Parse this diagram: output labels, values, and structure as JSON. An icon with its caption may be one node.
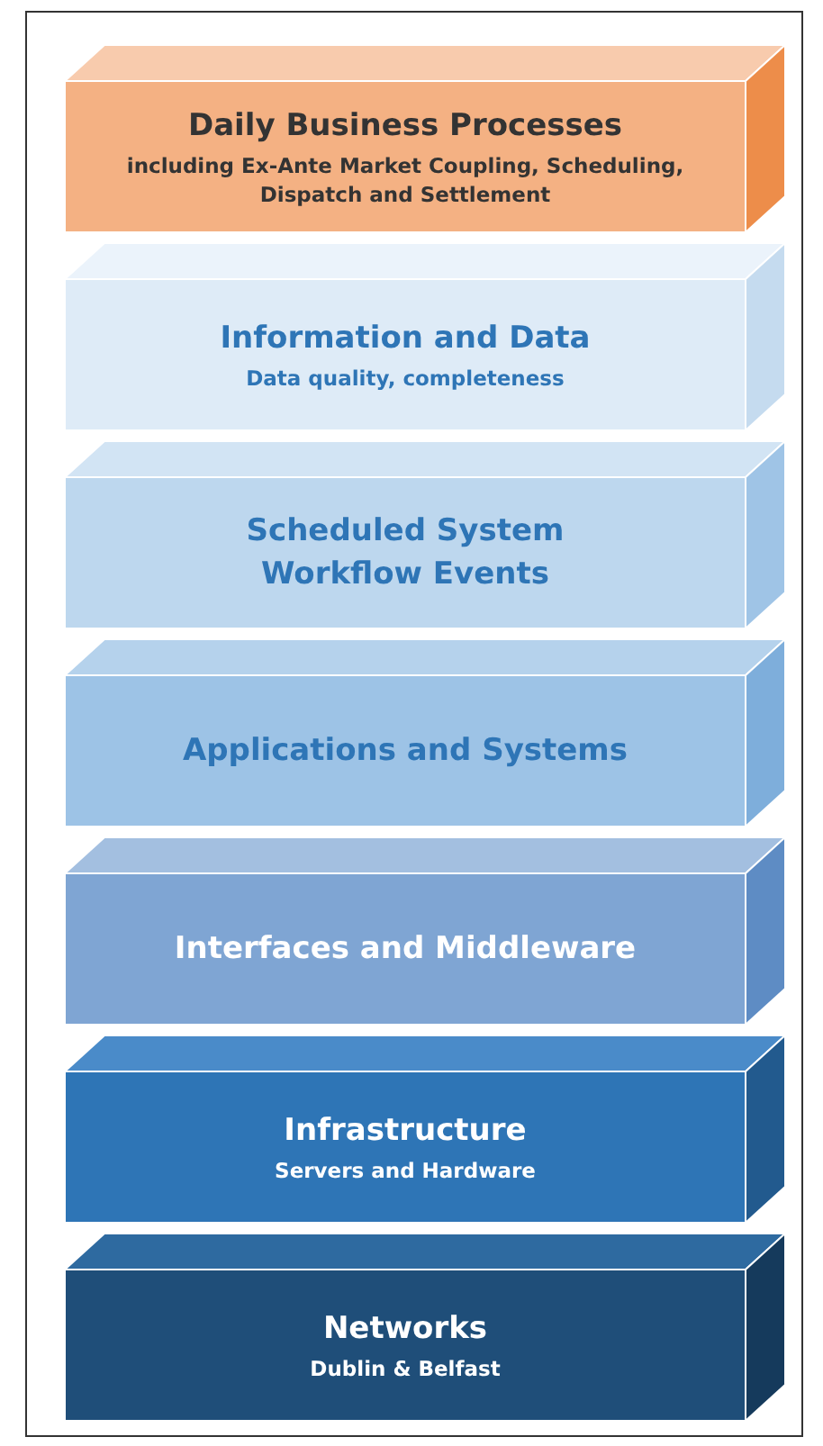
{
  "diagram": {
    "nodes": [
      {
        "text": [
          "Daily Business Processes",
          "including Ex-Ante Market Coupling, Scheduling, Dispatch and Settlement"
        ]
      },
      {
        "text": [
          "Information and Data",
          "Data quality, completeness"
        ]
      },
      {
        "text": [
          "Scheduled System Workflow Events"
        ]
      },
      {
        "text": [
          "Applications and Systems"
        ]
      },
      {
        "text": [
          "Interfaces and Middleware"
        ]
      },
      {
        "text": [
          "Infrastructure",
          "Servers and Hardware"
        ]
      },
      {
        "text": [
          "Networks",
          "Dublin & Belfast"
        ]
      }
    ]
  }
}
